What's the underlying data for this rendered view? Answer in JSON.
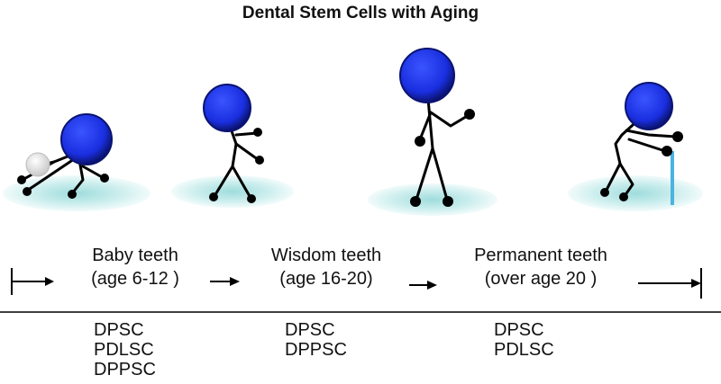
{
  "title": "Dental Stem Cells with Aging",
  "stages": [
    {
      "label": "Baby teeth",
      "age": "(age 6-12 )",
      "cells": [
        "DPSC",
        "PDLSC",
        "DPPSC"
      ]
    },
    {
      "label": "Wisdom teeth",
      "age": "(age 16-20)",
      "cells": [
        "DPSC",
        "DPPSC"
      ]
    },
    {
      "label": "Permanent teeth",
      "age": "(over age 20 )",
      "cells": [
        "DPSC",
        "PDLSC"
      ]
    }
  ],
  "colors": {
    "head": "#1a2fe0",
    "head_shadow": "#0a1370",
    "platform": "#d6f0f0",
    "cane": "#4ab3e0",
    "ball": "#e8e8e8",
    "line": "#000000"
  }
}
